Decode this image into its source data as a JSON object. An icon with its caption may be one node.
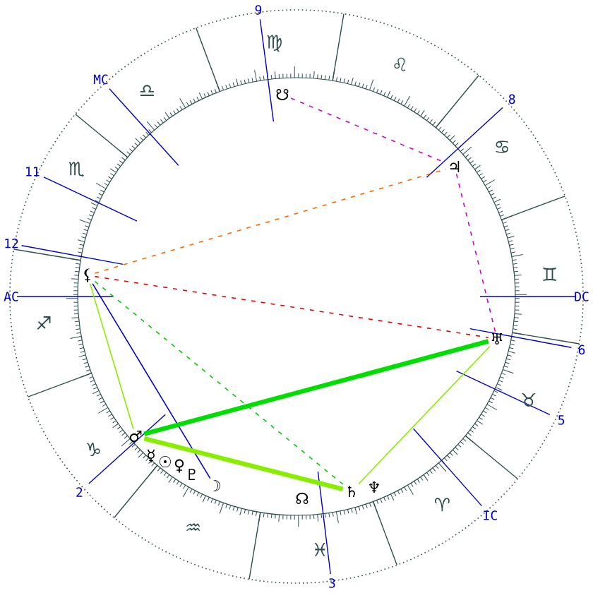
{
  "diagram": {
    "nodes": [
      {
        "text": [
          "☋"
        ]
      },
      {
        "text": [
          "♃"
        ]
      },
      {
        "text": [
          "⚸"
        ]
      },
      {
        "text": [
          "♅"
        ]
      },
      {
        "text": [
          "♂"
        ]
      },
      {
        "text": [
          "☿"
        ]
      },
      {
        "text": [
          "☉"
        ]
      },
      {
        "text": [
          "♀"
        ]
      },
      {
        "text": [
          "♇"
        ]
      },
      {
        "text": [
          "☽"
        ]
      },
      {
        "text": [
          "☊"
        ]
      },
      {
        "text": [
          "♄"
        ]
      },
      {
        "text": [
          "♆"
        ]
      }
    ],
    "edges": [
      {
        "from": 2,
        "to": 1,
        "arrow": "none",
        "style": "dashed",
        "color": "#ff6600"
      },
      {
        "from": 2,
        "to": 3,
        "arrow": "none",
        "style": "dashed",
        "color": "#ee0000"
      },
      {
        "from": 0,
        "to": 1,
        "arrow": "none",
        "style": "dashed",
        "color": "#cc00cc"
      },
      {
        "from": 1,
        "to": 3,
        "arrow": "none",
        "style": "dashed",
        "color": "#cc00cc"
      },
      {
        "from": 2,
        "to": 9,
        "arrow": "none",
        "color": "#0000cc"
      },
      {
        "from": 2,
        "to": 4,
        "arrow": "none",
        "color": "#88ee00"
      },
      {
        "from": 2,
        "to": 11,
        "arrow": "none",
        "style": "dashed",
        "color": "#00cc00"
      },
      {
        "from": 4,
        "to": 3,
        "arrow": "none",
        "style": "thick",
        "color": "#00dd00"
      },
      {
        "from": 4,
        "to": 11,
        "arrow": "none",
        "style": "thick",
        "color": "#88ee00"
      },
      {
        "from": 11,
        "to": 3,
        "arrow": "none",
        "color": "#88ee00"
      }
    ],
    "labels": [
      "9",
      "MC",
      "11",
      "12",
      "AC",
      "2",
      "3",
      "IC",
      "5",
      "6",
      "DC",
      "8",
      "♍",
      "♌",
      "♋",
      "♊",
      "♉",
      "♈",
      "♓",
      "♒",
      "♑",
      "♐",
      "♏",
      "♎"
    ]
  }
}
